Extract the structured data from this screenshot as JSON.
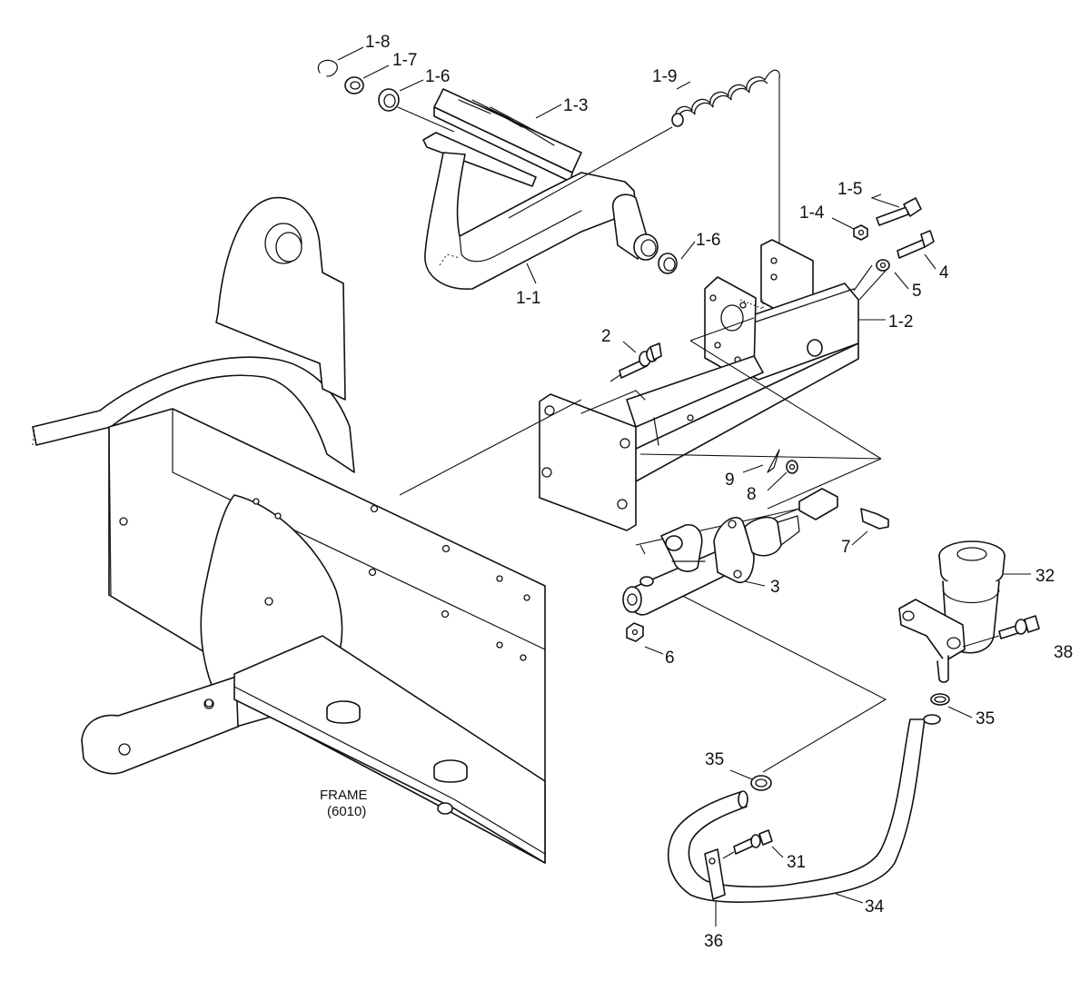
{
  "frame_label": {
    "line1": "FRAME",
    "line2": "(6010)"
  },
  "callouts": {
    "p1_8": "1-8",
    "p1_7": "1-7",
    "p1_6a": "1-6",
    "p1_3": "1-3",
    "p1_9": "1-9",
    "p1_5": "1-5",
    "p1_4": "1-4",
    "p1_6b": "1-6",
    "p4": "4",
    "p1_1": "1-1",
    "p5": "5",
    "p1_2": "1-2",
    "p2": "2",
    "p9": "9",
    "p8": "8",
    "p7": "7",
    "p3": "3",
    "p32": "32",
    "p6": "6",
    "p38": "38",
    "p35a": "35",
    "p35b": "35",
    "p31": "31",
    "p34": "34",
    "p36": "36"
  }
}
